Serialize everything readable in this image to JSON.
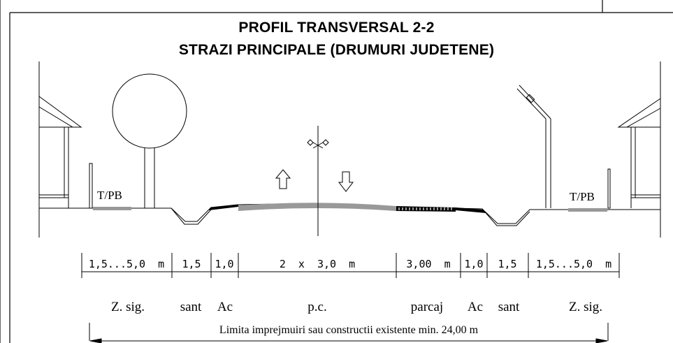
{
  "title": {
    "line1": "PROFIL TRANSVERSAL 2-2",
    "line2": "STRAZI PRINCIPALE (DRUMURI JUDETENE)"
  },
  "sidewalk_labels": {
    "left": "T/PB",
    "right": "T/PB"
  },
  "dimensions": [
    "1,5...5,0  m",
    "1,5",
    "1,0",
    "2  x  3,0  m",
    "3,00  m",
    "1,0",
    "1,5",
    "1,5...5,0  m"
  ],
  "zones": [
    "Z. sig.",
    "sant",
    "Ac",
    "p.c.",
    "parcaj",
    "Ac",
    "sant",
    "Z. sig."
  ],
  "limit_label": "Limita imprejmuiri sau constructii existente min. 24,00 m",
  "colors": {
    "line": "#000000",
    "pavement": "#999999",
    "background": "#ffffff"
  }
}
